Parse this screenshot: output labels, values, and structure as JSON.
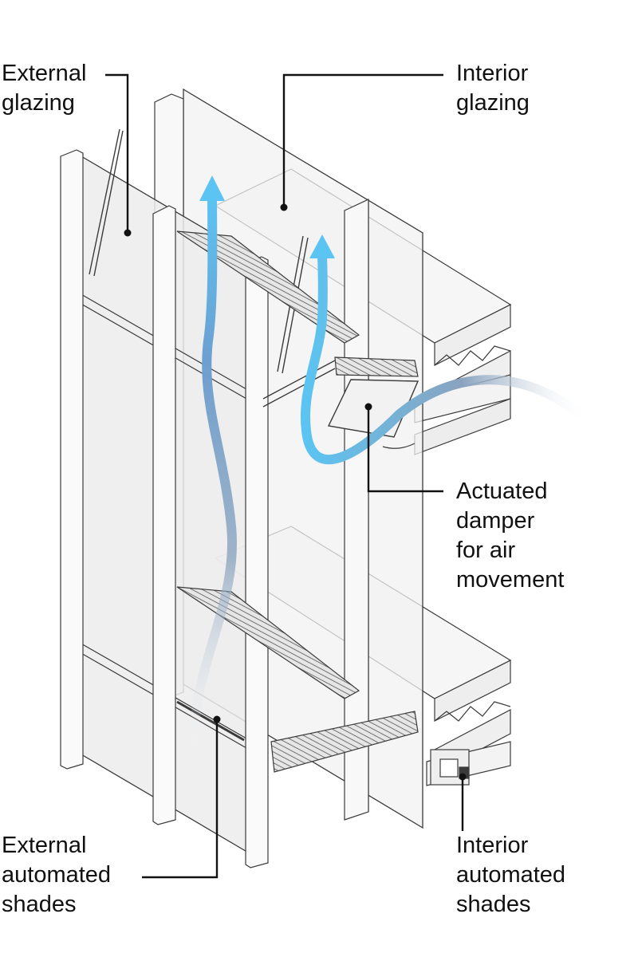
{
  "labels": {
    "external_glazing": "External\nglazing",
    "interior_glazing": "Interior\nglazing",
    "damper": "Actuated\ndamper\nfor air\nmovement",
    "external_shades": "External\nautomated\nshades",
    "interior_shades": "Interior\nautomated\nshades"
  },
  "colors": {
    "airflow_arrow": "#5bc4f2",
    "leader_line": "#111111",
    "glass_fill": "#f1f1f1",
    "frame_stroke": "#3a3a3a"
  }
}
